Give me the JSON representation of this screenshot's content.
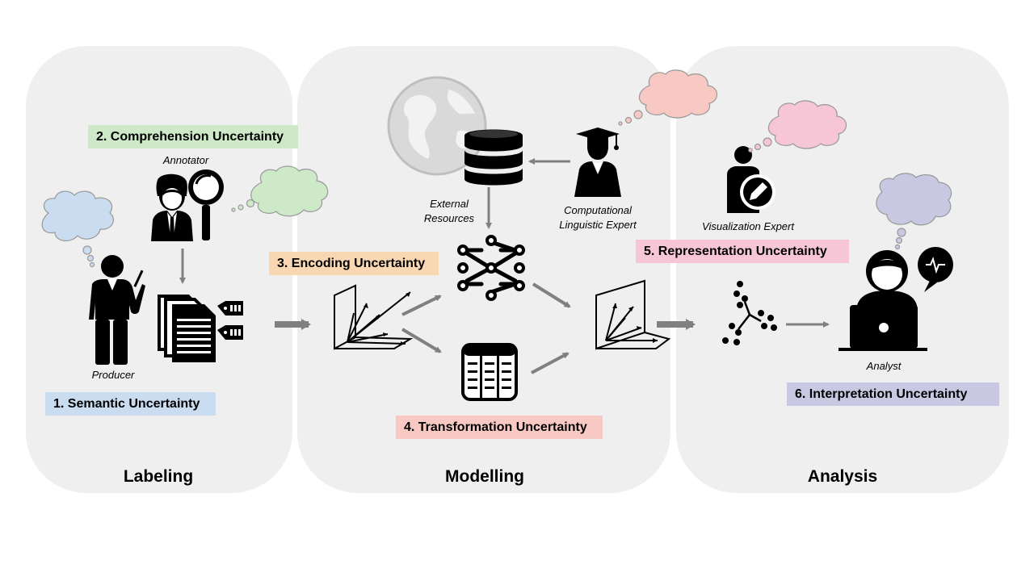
{
  "stages": {
    "labeling": "Labeling",
    "modelling": "Modelling",
    "analysis": "Analysis"
  },
  "uncertainties": {
    "semantic": {
      "text": "1. Semantic Uncertainty",
      "color": "#c9dcf0"
    },
    "comprehension": {
      "text": "2. Comprehension Uncertainty",
      "color": "#cde9c8"
    },
    "encoding": {
      "text": "3. Encoding Uncertainty",
      "color": "#f9d7b2"
    },
    "transformation": {
      "text": "4. Transformation Uncertainty",
      "color": "#f8c9c3"
    },
    "representation": {
      "text": "5. Representation Uncertainty",
      "color": "#f7c6d6"
    },
    "interpretation": {
      "text": "6. Interpretation Uncertainty",
      "color": "#c9c8e2"
    }
  },
  "actors": {
    "annotator": "Annotator",
    "producer": "Producer",
    "external_resources": [
      "External",
      "Resources"
    ],
    "expert": [
      "Computational",
      "Linguistic Expert"
    ],
    "vis_expert": "Visualization Expert",
    "analyst": "Analyst"
  },
  "thought_colors": {
    "producer": "#c9dcf0",
    "annotator": "#cde9c8",
    "expert": "#f8c9c3",
    "vis_expert": "#f7c6d6",
    "analyst": "#c9c8e2"
  },
  "icons": [
    "globe-icon",
    "database-icon",
    "graduate-icon",
    "annotator-icon",
    "magnifier-icon",
    "producer-icon",
    "documents-icon",
    "vector-space-icon",
    "neural-network-icon",
    "table-icon",
    "scatter-icon",
    "vis-expert-icon",
    "analyst-icon",
    "laptop-icon",
    "thought-cloud-icon"
  ]
}
